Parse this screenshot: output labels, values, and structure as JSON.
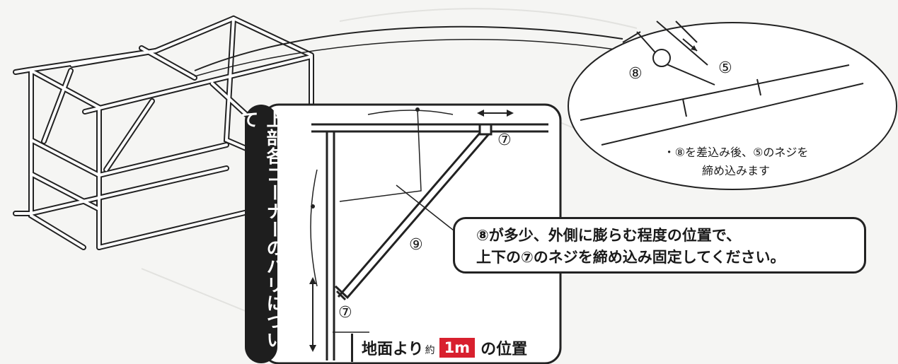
{
  "vertical_title": "上部各コーナーのハリについて",
  "callout": {
    "line1": "⑧が多少、外側に膨らむ程度の位置で、",
    "line2": "上下の⑦のネジを締め込み固定してください。"
  },
  "zoom_note": {
    "line1": "・⑧を差込み後、⑤のネジを",
    "line2": "締め込みます"
  },
  "part_labels": {
    "p8": "⑧",
    "p5": "⑤",
    "p7_top": "⑦",
    "p9": "⑨",
    "p7_bottom": "⑦"
  },
  "ground_label": {
    "text": "地面より",
    "approx": "約",
    "distance": "1m",
    "suffix": "の位置"
  },
  "colors": {
    "accent": "#d8202e",
    "panel": "#1e1e1e"
  }
}
